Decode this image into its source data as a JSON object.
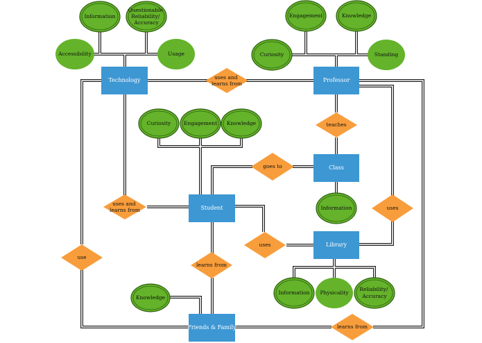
{
  "entities": {
    "technology": "Technology",
    "professor": "Professor",
    "class": "Class",
    "student": "Student",
    "library": "Library",
    "friends_family": "Friends & Family"
  },
  "relationships": {
    "tech_professor": [
      "uses and",
      "learns from"
    ],
    "teaches": [
      "teaches"
    ],
    "goes_to": [
      "goes to"
    ],
    "student_tech": [
      "uses and",
      "learns from"
    ],
    "student_library": [
      "uses"
    ],
    "professor_library": [
      "uses"
    ],
    "ff_tech": [
      "use"
    ],
    "student_ff": [
      "learns from"
    ],
    "ff_professor": [
      "learns from"
    ]
  },
  "attributes": {
    "tech_information": [
      "Information"
    ],
    "tech_reliability": [
      "Questionable",
      "Reliability/",
      "Accuracy"
    ],
    "tech_accessibility": [
      "Accessibility"
    ],
    "tech_usage": [
      "Usage"
    ],
    "prof_engagement": [
      "Engagement"
    ],
    "prof_knowledge": [
      "Knowledge"
    ],
    "prof_curiosity": [
      "Curiosity"
    ],
    "prof_standing": [
      "Standing"
    ],
    "stu_curiosity": [
      "Curiosity"
    ],
    "stu_engagement": [
      "Engagement"
    ],
    "stu_knowledge": [
      "Knowledge"
    ],
    "class_information": [
      "Information"
    ],
    "lib_information": [
      "Information"
    ],
    "lib_physicality": [
      "Physicality"
    ],
    "lib_reliability": [
      "Reliability/",
      "Accuracy"
    ],
    "ff_knowledge": [
      "Knowledge"
    ]
  },
  "colors": {
    "entity": "#3d97d3",
    "attribute": "#64b32a",
    "relationship": "#f89d3c",
    "line": "#222222"
  }
}
